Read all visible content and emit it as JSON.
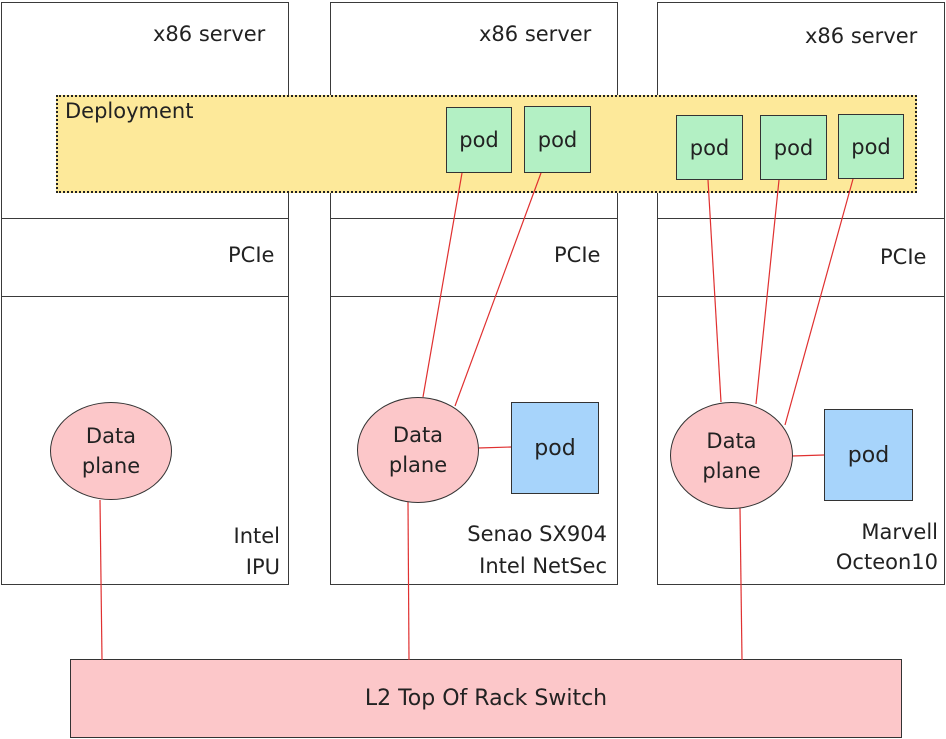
{
  "servers": [
    {
      "title": "x86 server",
      "pcie": "PCIe",
      "device": [
        "Intel",
        "IPU"
      ]
    },
    {
      "title": "x86 server",
      "pcie": "PCIe",
      "device": [
        "Senao SX904",
        "Intel NetSec"
      ]
    },
    {
      "title": "x86 server",
      "pcie": "PCIe",
      "device": [
        "Marvell",
        "Octeon10"
      ]
    }
  ],
  "deployment": {
    "label": "Deployment"
  },
  "pods": {
    "label": "pod"
  },
  "data_plane": {
    "line1": "Data",
    "line2": "plane"
  },
  "switch": {
    "label": "L2 Top Of Rack Switch"
  },
  "colors": {
    "deployment_fill": "#fde99a",
    "pod_green": "#b3f0c4",
    "pod_blue": "#a7d4fb",
    "data_plane": "#fcc7c9",
    "link": "#e03030"
  }
}
